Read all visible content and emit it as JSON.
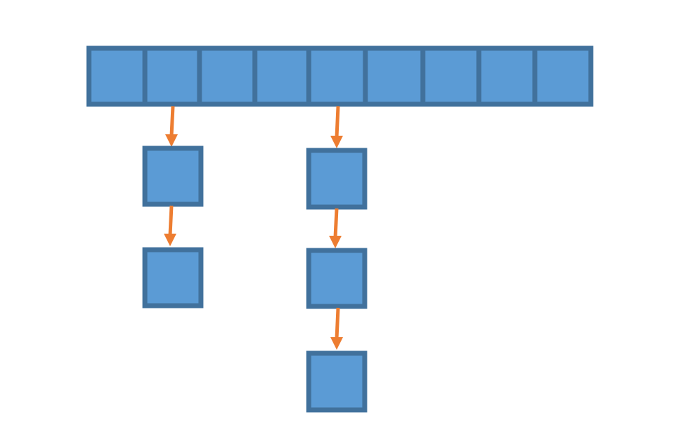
{
  "diagram": {
    "bucket_count": 9,
    "chains": [
      {
        "bucket_index": 1,
        "node_count": 2
      },
      {
        "bucket_index": 4,
        "node_count": 3
      }
    ]
  },
  "colors": {
    "box_fill": "#5b9bd5",
    "box_border": "#41719c",
    "arrow": "#ed7d31",
    "background": "#ffffff"
  }
}
